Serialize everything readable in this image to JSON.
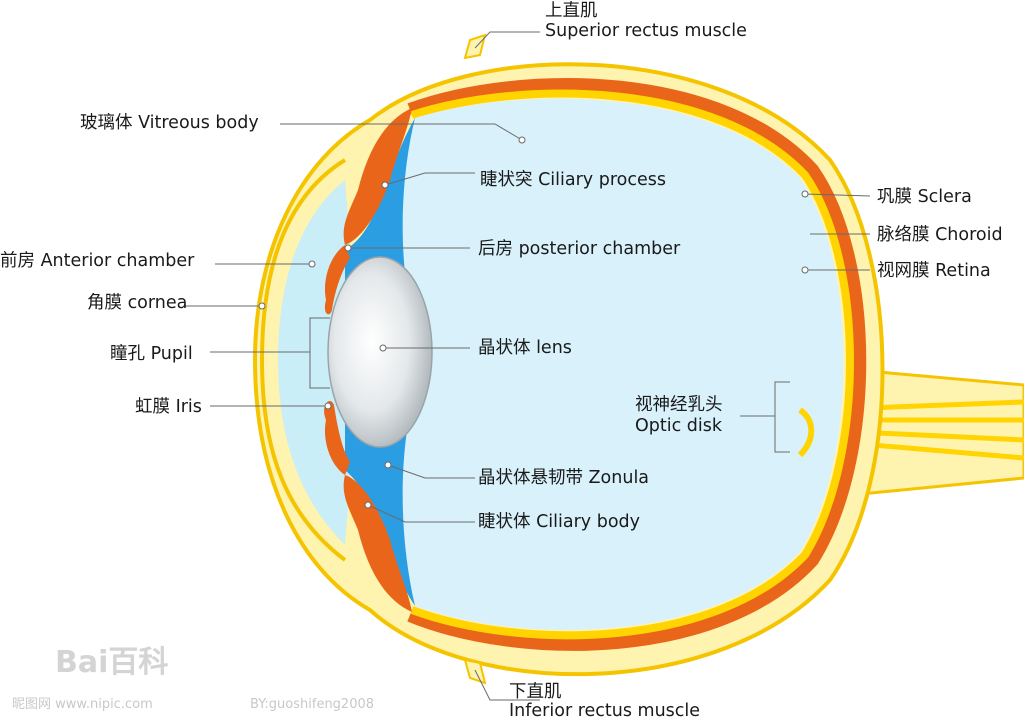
{
  "labels": {
    "superior_rectus_cn": "上直肌",
    "superior_rectus_en": "Superior rectus muscle",
    "vitreous_body": "玻璃体 Vitreous body",
    "ciliary_process": "睫状突  Ciliary process",
    "sclera": "巩膜 Sclera",
    "choroid": "脉络膜 Choroid",
    "retina": "视网膜 Retina",
    "anterior_chamber": "前房 Anterior chamber",
    "posterior_chamber": "后房 posterior chamber",
    "cornea": "角膜 cornea",
    "pupil": "瞳孔 Pupil",
    "lens": "晶状体 lens",
    "iris": "虹膜 Iris",
    "optic_disk_cn": "视神经乳头",
    "optic_disk_en": "Optic disk",
    "zonula": "晶状体悬韧带 Zonula",
    "ciliary_body": "睫状体 Ciliary body",
    "inferior_rectus_cn": "下直肌",
    "inferior_rectus_en": "Inferior rectus muscle"
  },
  "watermarks": {
    "baidu": "Bai百科",
    "nipic": "昵图网 www.nipic.com",
    "author": "BY:guoshifeng2008"
  },
  "colors": {
    "sclera": "#fff3b0",
    "sclera_outline": "#f5c400",
    "choroid": "#e8651a",
    "retina": "#ffd400",
    "vitreous": "#d8f1fb",
    "ciliary_fluid": "#2b9de3",
    "anterior_chamber": "#c9eef8",
    "lens": "#e2e7ea"
  }
}
